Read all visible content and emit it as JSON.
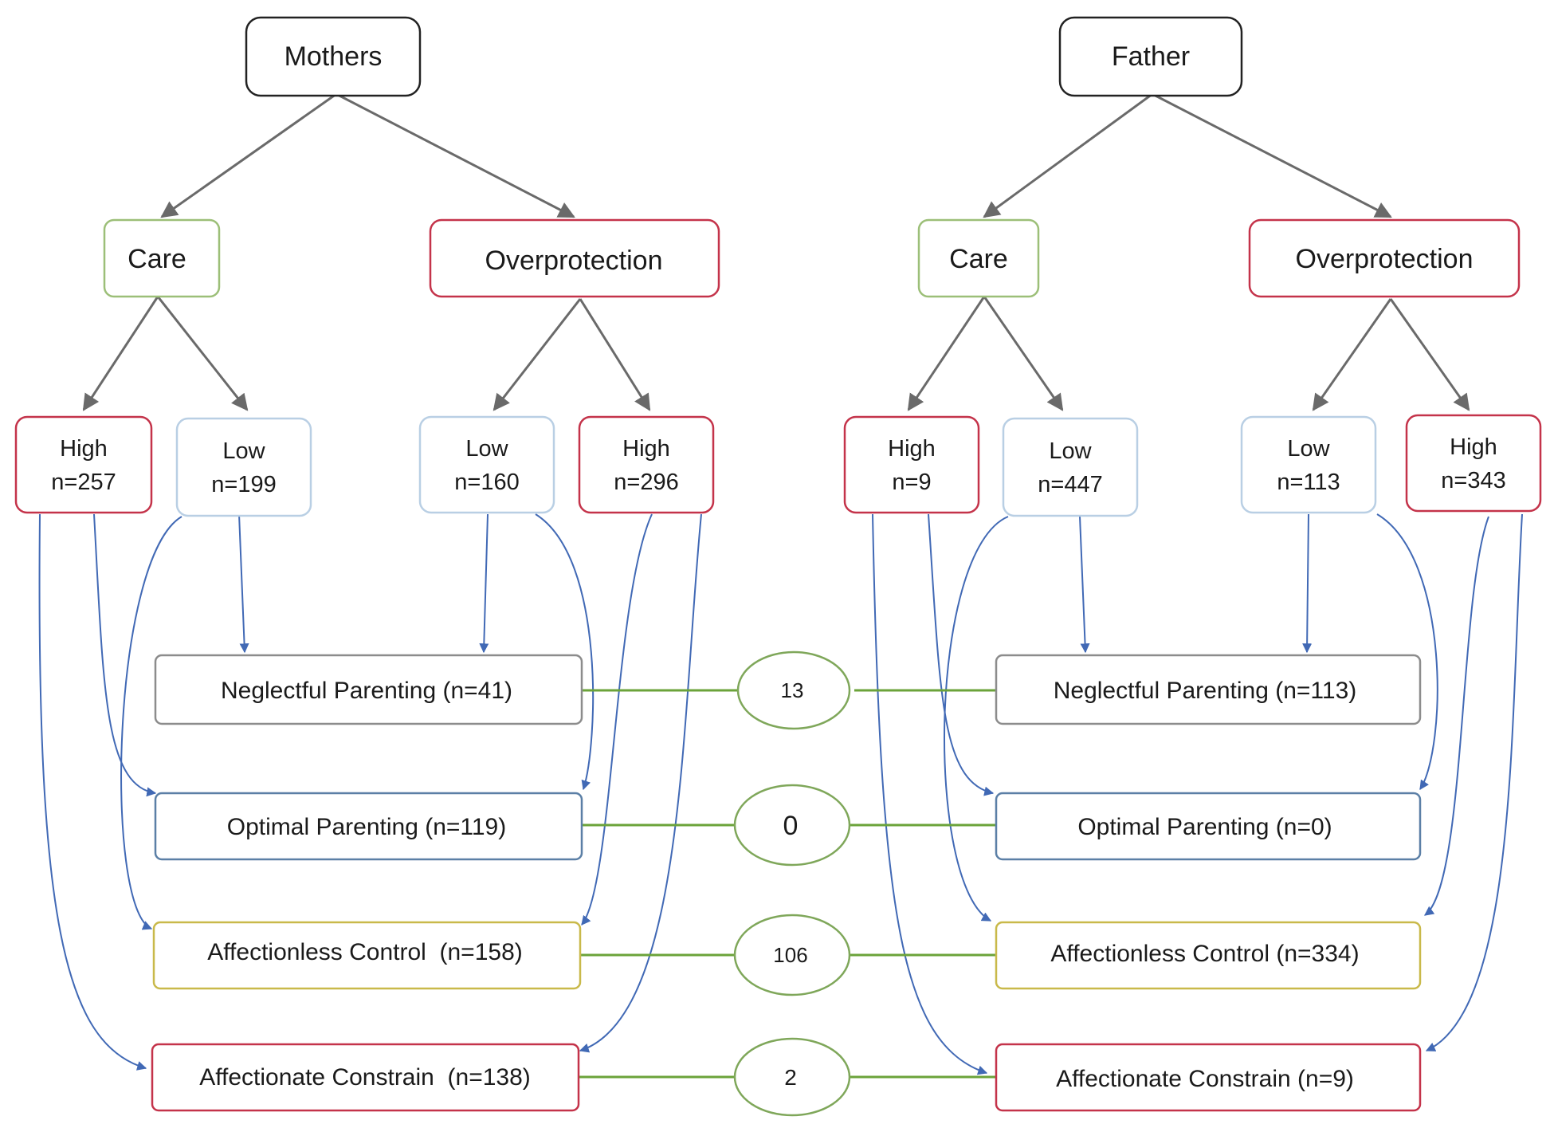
{
  "mothers": {
    "title": "Mothers",
    "care": {
      "label": "Care",
      "high": {
        "label": "High",
        "n": "n=257"
      },
      "low": {
        "label": "Low",
        "n": "n=199"
      }
    },
    "overprotection": {
      "label": "Overprotection",
      "low": {
        "label": "Low",
        "n": "n=160"
      },
      "high": {
        "label": "High",
        "n": "n=296"
      }
    },
    "outcomes": {
      "neglectful": "Neglectful Parenting (n=41)",
      "optimal": "Optimal Parenting (n=119)",
      "affectionless": "Affectionless Control  (n=158)",
      "affectionate": "Affectionate Constrain  (n=138)"
    }
  },
  "father": {
    "title": "Father",
    "care": {
      "label": "Care",
      "high": {
        "label": "High",
        "n": "n=9"
      },
      "low": {
        "label": "Low",
        "n": "n=447"
      }
    },
    "overprotection": {
      "label": "Overprotection",
      "low": {
        "label": "Low",
        "n": "n=113"
      },
      "high": {
        "label": "High",
        "n": "n=343"
      }
    },
    "outcomes": {
      "neglectful": "Neglectful Parenting (n=113)",
      "optimal": "Optimal Parenting (n=0)",
      "affectionless": "Affectionless Control (n=334)",
      "affectionate": "Affectionate Constrain (n=9)"
    }
  },
  "overlap": {
    "neglectful": "13",
    "optimal": "0",
    "affectionless": "106",
    "affectionate": "2"
  },
  "colors": {
    "black_border": "#222222",
    "care_border": "#9cbf78",
    "overprotection_border": "#c4334a",
    "high_border": "#c4334a",
    "low_border": "#b9cfe4",
    "neglectful_border": "#8c8c8c",
    "optimal_border": "#5b7fa6",
    "affectionless_border": "#c9b94a",
    "affectionate_border": "#c4334a",
    "tree_arrow": "#6a6a6a",
    "flow_arrow": "#4169b5",
    "link_line": "#6ba33a",
    "oval_border": "#7fa75a"
  }
}
